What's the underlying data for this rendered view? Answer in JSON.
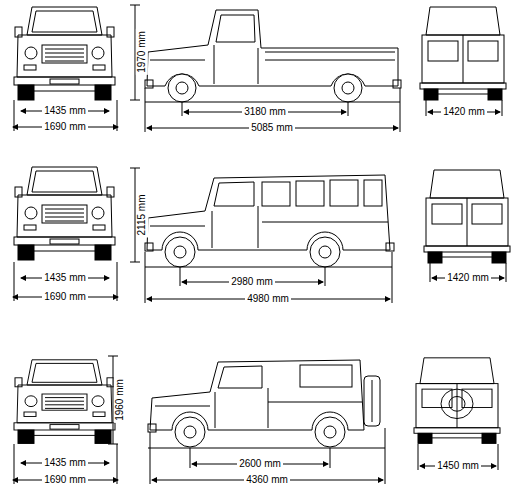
{
  "diagram": {
    "labels": [
      "1970 mm",
      "1435 mm",
      "1690 mm",
      "3180 mm",
      "5085 mm",
      "1420 mm",
      "2115 mm",
      "1435 mm",
      "1690 mm",
      "2980 mm",
      "4980 mm",
      "1420 mm",
      "1960 mm",
      "1435 mm",
      "1690 mm",
      "2600 mm",
      "4360 mm",
      "1450 mm"
    ]
  }
}
